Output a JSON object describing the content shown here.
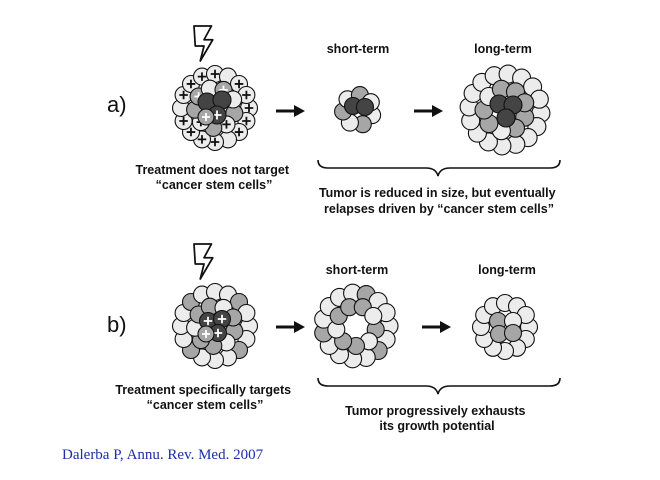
{
  "panel_a": {
    "label": "a)",
    "short_term": "short-term",
    "long_term": "long-term",
    "caption_left": [
      "Treatment does not target",
      "“cancer stem cells”"
    ],
    "caption_right": [
      "Tumor is reduced in size, but eventually",
      "relapses driven by “cancer stem cells”"
    ]
  },
  "panel_b": {
    "label": "b)",
    "short_term": "short-term",
    "long_term": "long-term",
    "caption_left": [
      "Treatment specifically targets",
      "“cancer stem cells”"
    ],
    "caption_right": [
      "Tumor progressively exhausts",
      "its growth potential"
    ]
  },
  "citation": "Dalerba P, Annu. Rev. Med. 2007",
  "colors": {
    "light_cell": "#ececec",
    "mid_cell": "#a6a6a6",
    "dark_cell": "#444444",
    "citation": "#1c2fa8"
  }
}
